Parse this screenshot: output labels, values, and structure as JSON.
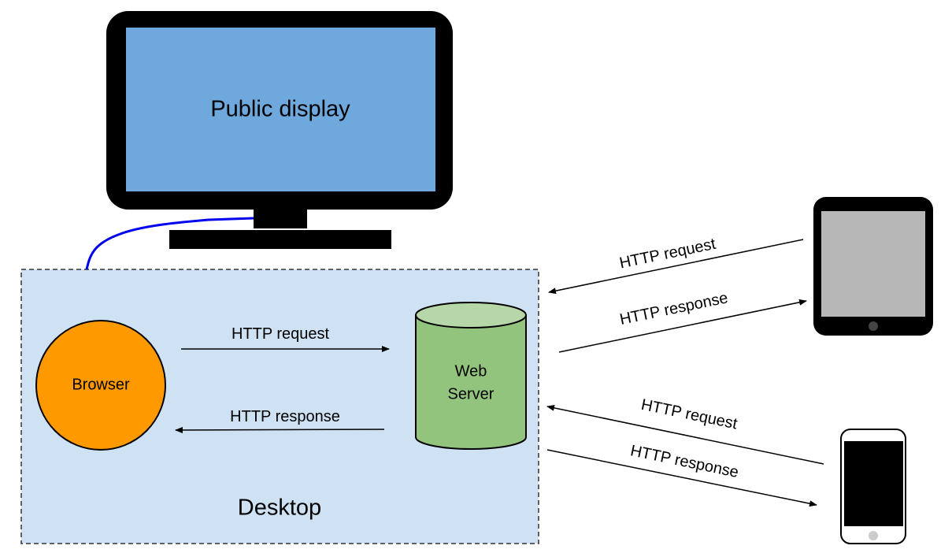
{
  "colors": {
    "monitor_screen": "#6fa8dc",
    "monitor_body": "#000000",
    "cable": "#0000ee",
    "desktop_fill": "#cfe2f3",
    "browser_fill": "#ff9900",
    "server_body": "#93c47d",
    "server_top": "#b6d7a8",
    "tablet_screen": "#b7b7b7",
    "phone_button": "#cccccc"
  },
  "labels": {
    "public_display": "Public display",
    "desktop": "Desktop",
    "browser": "Browser",
    "web_server_line1": "Web",
    "web_server_line2": "Server",
    "local_request": "HTTP request",
    "local_response": "HTTP response",
    "tablet_request": "HTTP request",
    "tablet_response": "HTTP response",
    "phone_request": "HTTP request",
    "phone_response": "HTTP response"
  }
}
